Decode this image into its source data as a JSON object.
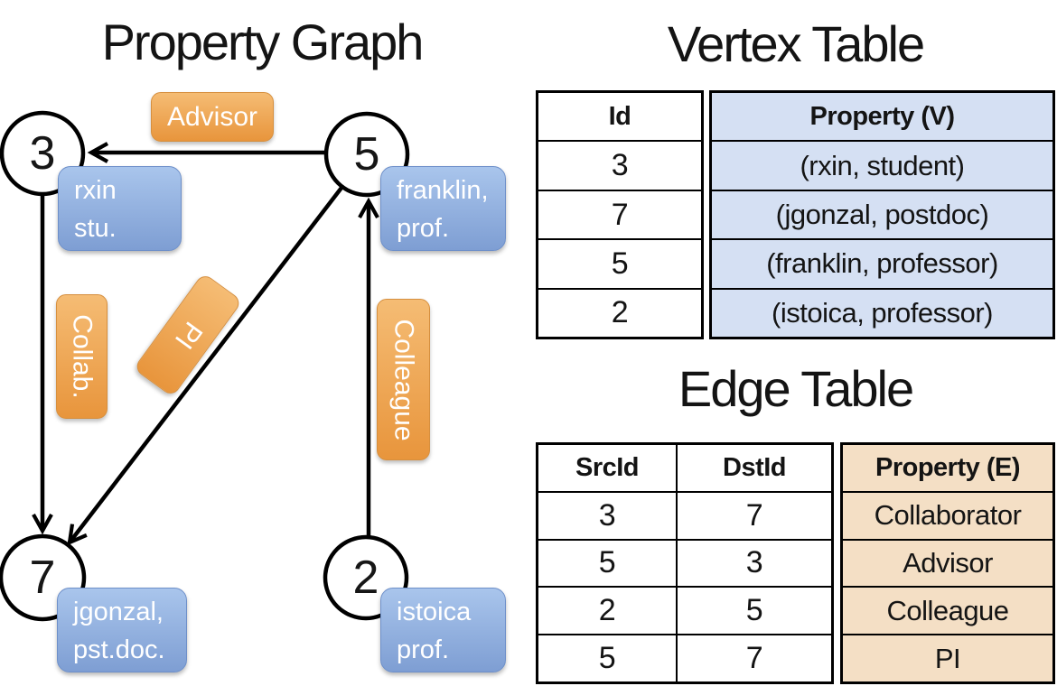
{
  "graph": {
    "title": "Property Graph",
    "nodes": [
      {
        "id": "3",
        "line1": "rxin",
        "line2": "stu."
      },
      {
        "id": "5",
        "line1": "franklin,",
        "line2": "prof."
      },
      {
        "id": "7",
        "line1": "jgonzal,",
        "line2": "pst.doc."
      },
      {
        "id": "2",
        "line1": "istoica",
        "line2": "prof."
      }
    ],
    "edge_labels": {
      "advisor": "Advisor",
      "collab": "Collab.",
      "pi": "PI",
      "colleague": "Colleague"
    }
  },
  "vertex_table": {
    "title": "Vertex Table",
    "columns": {
      "id": "Id",
      "property": "Property (V)"
    },
    "rows": [
      {
        "id": "3",
        "property": "(rxin, student)"
      },
      {
        "id": "7",
        "property": "(jgonzal, postdoc)"
      },
      {
        "id": "5",
        "property": "(franklin, professor)"
      },
      {
        "id": "2",
        "property": "(istoica, professor)"
      }
    ]
  },
  "edge_table": {
    "title": "Edge Table",
    "columns": {
      "src": "SrcId",
      "dst": "DstId",
      "property": "Property (E)"
    },
    "rows": [
      {
        "src": "3",
        "dst": "7",
        "property": "Collaborator"
      },
      {
        "src": "5",
        "dst": "3",
        "property": "Advisor"
      },
      {
        "src": "2",
        "dst": "5",
        "property": "Colleague"
      },
      {
        "src": "5",
        "dst": "7",
        "property": "PI"
      }
    ]
  },
  "colors": {
    "orange_label_top": "#f5bc74",
    "orange_label_bottom": "#e8953c",
    "orange_border": "#d68f3e",
    "blue_box_top": "#a9c5ec",
    "blue_box_bottom": "#7e9ed3",
    "blue_box_border": "#6d8fc9",
    "vertex_cell_bg": "#d5e0f3",
    "edge_cell_bg": "#f4dfc5",
    "line_color": "#000000"
  }
}
